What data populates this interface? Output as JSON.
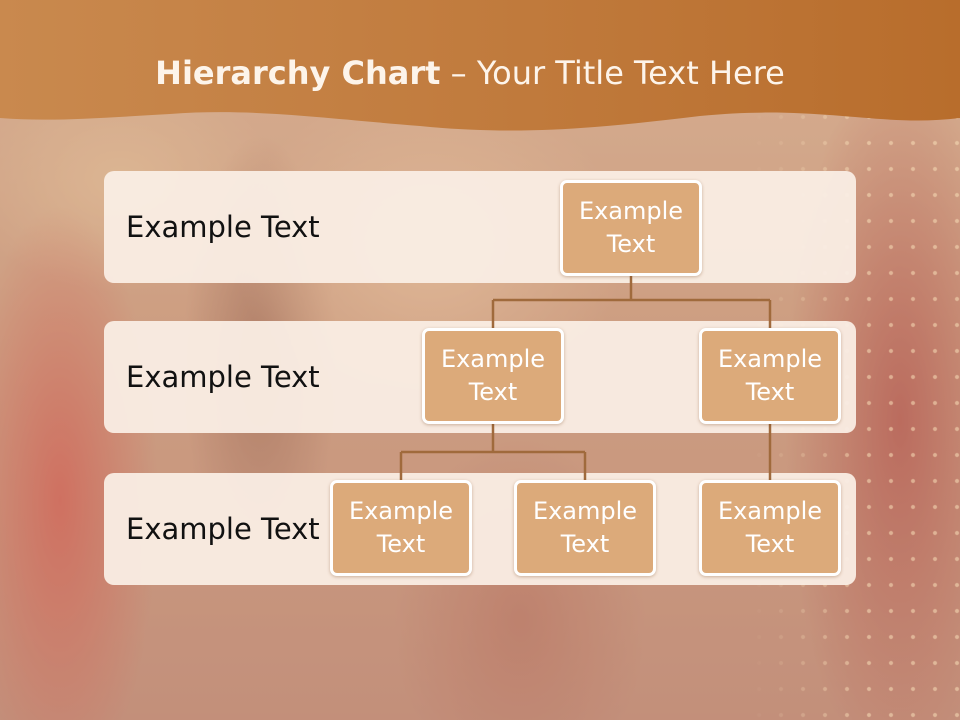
{
  "slide": {
    "title_bold": "Hierarchy Chart",
    "title_rest": " – Your Title Text Here"
  },
  "levels": [
    {
      "label": "Example Text"
    },
    {
      "label": "Example Text"
    },
    {
      "label": "Example Text"
    }
  ],
  "nodes": {
    "root": "Example Text",
    "level2_left": "Example Text",
    "level2_right": "Example Text",
    "level3_a": "Example Text",
    "level3_b": "Example Text",
    "level3_c": "Example Text"
  },
  "colors": {
    "banner": "#c8864a",
    "node_fill": "#dcaa7a",
    "node_border": "#ffffff",
    "connector": "#a06a3c",
    "band_fill": "#faeee4"
  }
}
